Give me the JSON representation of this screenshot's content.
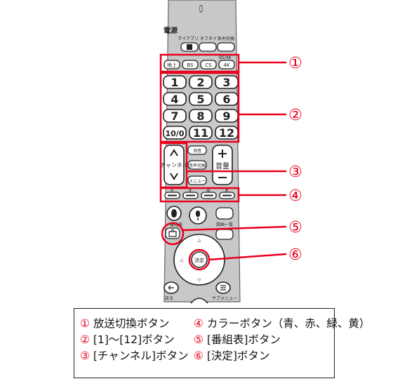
{
  "remote": {
    "power_label": "電源",
    "top_buttons": [
      "マイアプリ",
      "オフタイマー",
      "入力切換"
    ],
    "bs4k_label": "BS/4K",
    "broadcast_buttons": [
      "地上",
      "BS",
      "CS",
      "4K"
    ],
    "number_buttons": [
      "1",
      "2",
      "3",
      "4",
      "5",
      "6",
      "7",
      "8",
      "9",
      "10/0",
      "11",
      "12"
    ],
    "channel_label": "チャンネル",
    "mute_label": "消音",
    "audio_label": "音声切換",
    "menu_label": "メニュー",
    "volume_label": "音量",
    "color_labels": [
      "青",
      "赤",
      "緑",
      "黄"
    ],
    "record_list_label": "録画一覧",
    "guide_label": "番組表",
    "enter_label": "決定",
    "back_label": "戻る",
    "submenu_label": "サブメニュー"
  },
  "callouts": [
    "①",
    "②",
    "③",
    "④",
    "⑤",
    "⑥"
  ],
  "colors": {
    "callout": "#e8001d",
    "remote_body": "#c8c8c8"
  },
  "legend": [
    {
      "num": "①",
      "text": " 放送切換ボタン"
    },
    {
      "num": "④",
      "text": " カラーボタン（青、赤、緑、黄）"
    },
    {
      "num": "②",
      "text": " [1]～[12]ボタン"
    },
    {
      "num": "⑤",
      "text": " [番組表]ボタン"
    },
    {
      "num": "③",
      "text": " [チャンネル]ボタン"
    },
    {
      "num": "⑥",
      "text": " [決定]ボタン"
    }
  ]
}
